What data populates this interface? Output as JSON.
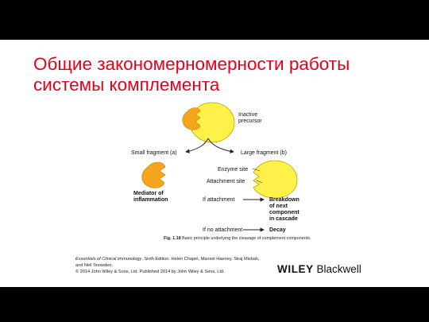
{
  "slide": {
    "title_line1": "Общие закономерномерности работы",
    "title_line2": "системы комплемента"
  },
  "diagram": {
    "inactive_precursor_line1": "Inactive",
    "inactive_precursor_line2": "precursor",
    "small_fragment": "Small fragment (a)",
    "large_fragment": "Large fragment (b)",
    "enzyme_site": "Enzyme site",
    "attachment_site": "Attachment site",
    "mediator_line1": "Mediator of",
    "mediator_line2": "inflammation",
    "if_attachment": "If attachment",
    "if_no_attachment": "If no attachment",
    "breakdown_line1": "Breakdown",
    "breakdown_line2": "of next",
    "breakdown_line3": "component",
    "breakdown_line4": "in cascade",
    "decay": "Decay",
    "colors": {
      "large_fragment": "#fff04a",
      "small_fragment": "#f7a51c",
      "outline": "#b9a500",
      "title": "#e4001b"
    }
  },
  "caption": {
    "fig_label": "Fig. 1.18",
    "text": "Basic principle underlying the cleavage of complement components."
  },
  "credits": {
    "book": "Essentials of Clinical Immunology",
    "line1_rest": ", Sixth Edition. Helen Chapel, Mansel Haeney, Siraj Misbah,",
    "line2": "and Neil Snowden.",
    "line3": "© 2014 John Wiley & Sons, Ltd. Published 2014 by John Wiley & Sons, Ltd."
  },
  "logo": {
    "wiley": "WILEY",
    "blackwell": "Blackwell"
  }
}
